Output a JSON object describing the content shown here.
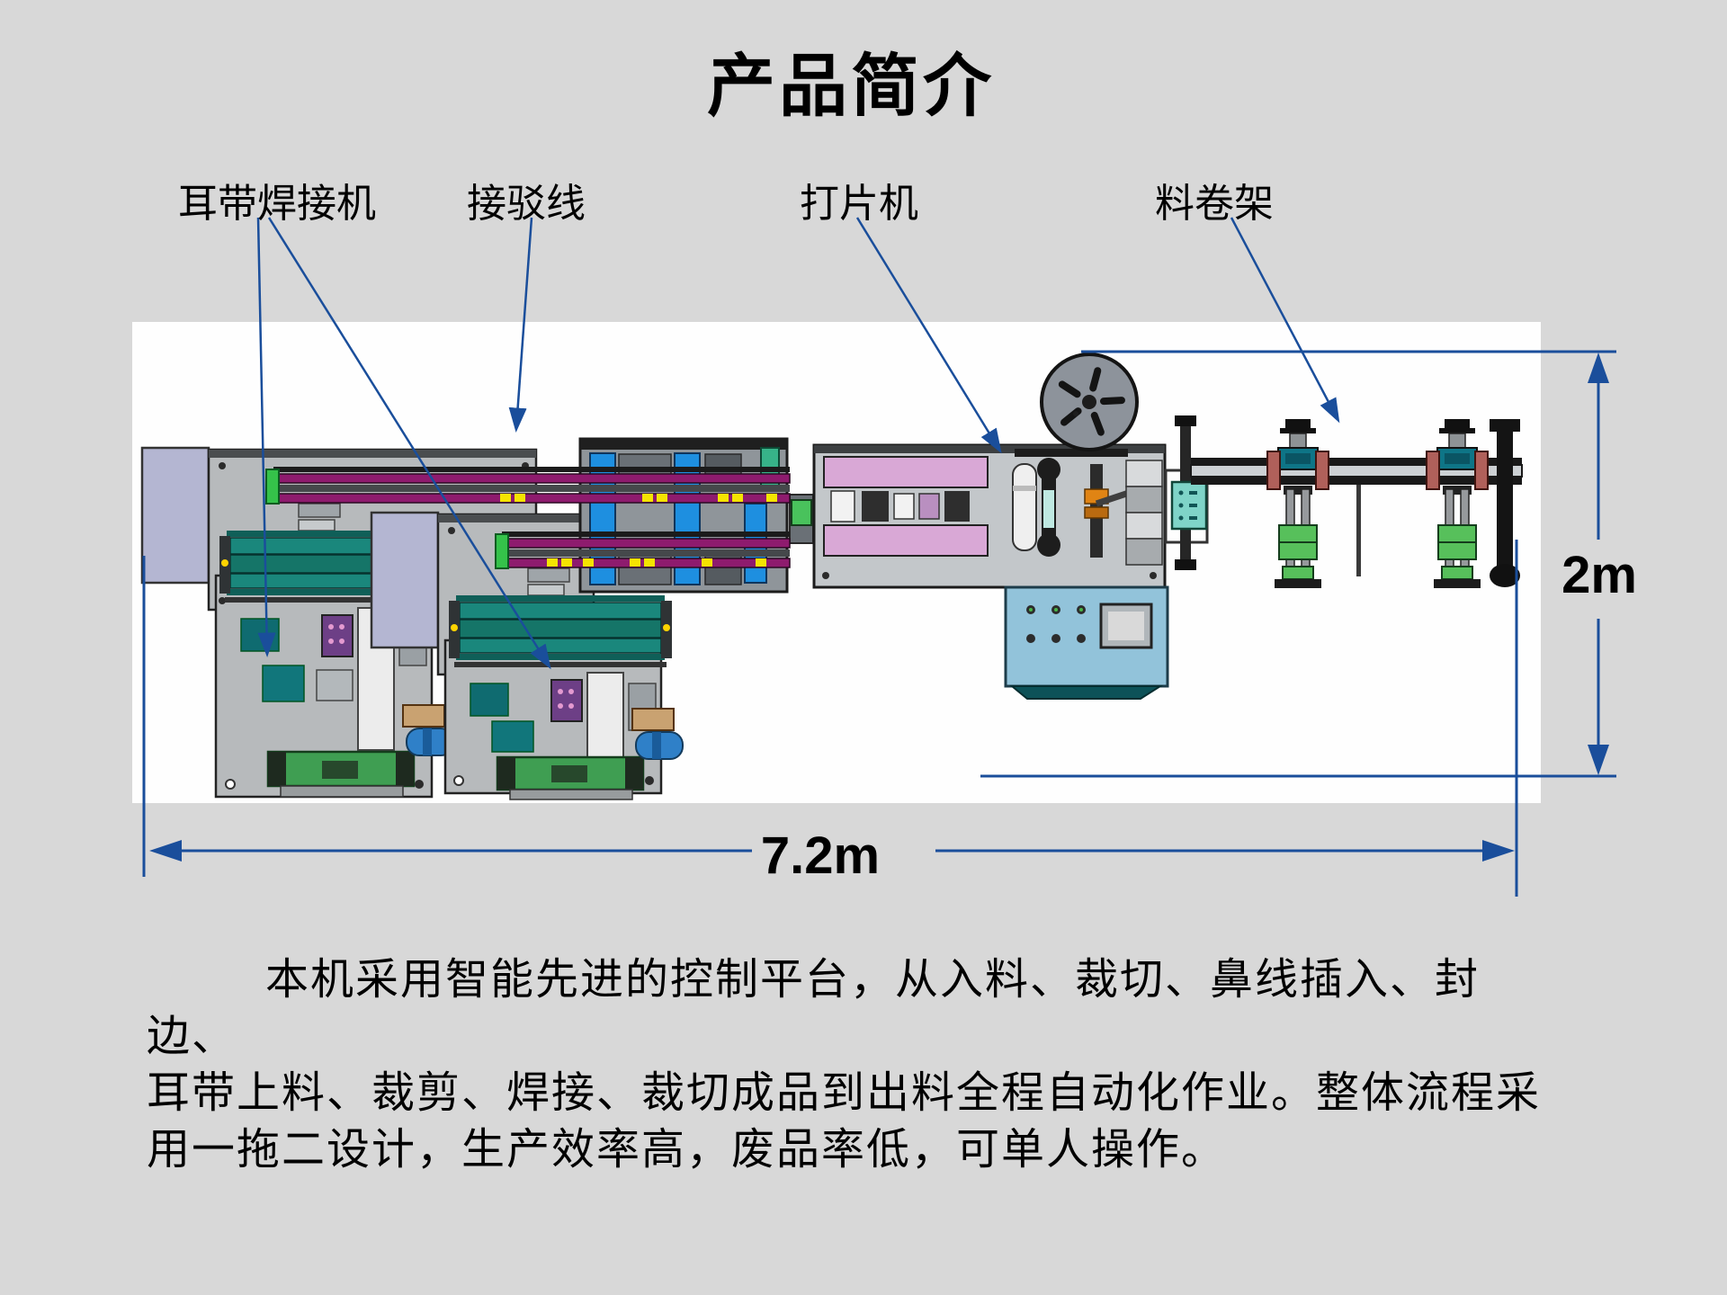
{
  "slide": {
    "title": "产品简介"
  },
  "labels": {
    "ear_strap_welder": "耳带焊接机",
    "connection_line": "接驳线",
    "punching_machine": "打片机",
    "material_roll_rack": "料卷架"
  },
  "dimensions": {
    "height_label": "2m",
    "width_label": "7.2m"
  },
  "description": {
    "line1": "本机采用智能先进的控制平台，从入料、裁切、鼻线插入、封边、",
    "line2": "耳带上料、裁剪、焊接、裁切成品到出料全程自动化作业。整体流程采",
    "line3": "用一拖二设计，生产效率高，废品率低，可单人操作。"
  },
  "colors": {
    "background": "#d8d8d8",
    "canvas": "#fefefe",
    "annotation_blue": "#1a4e9b"
  }
}
